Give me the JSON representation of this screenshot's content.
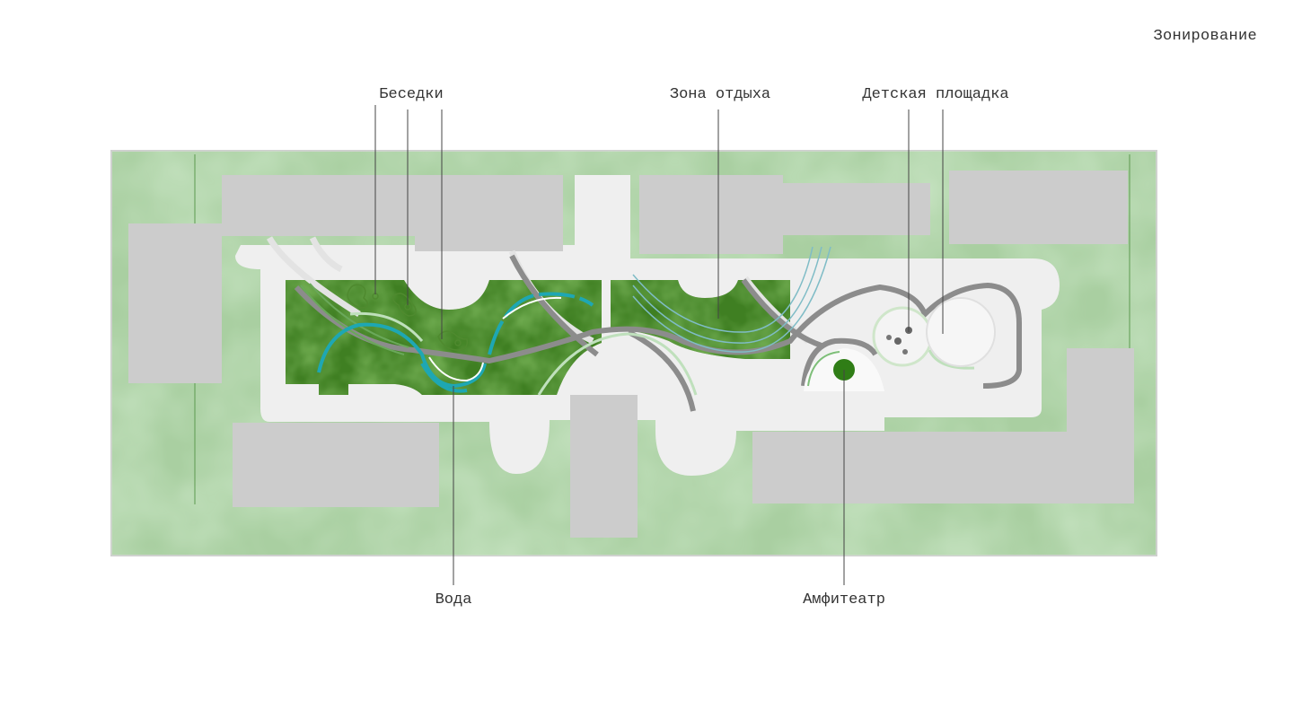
{
  "page": {
    "title": "Зонирование"
  },
  "labels": {
    "gazebos": "Беседки",
    "rest_zone": "Зона отдыха",
    "playground": "Детская площадка",
    "water": "Вода",
    "amphitheater": "Амфитеатр"
  },
  "colors": {
    "lawn": "#a9cfa1",
    "lawn_dark": "#8fbd87",
    "buildings": "#cccccc",
    "paving": "#efefef",
    "garden": "#3f7f22",
    "path": "#8c8c8c",
    "water": "#1ea7b3",
    "leader_line": "#444444"
  }
}
